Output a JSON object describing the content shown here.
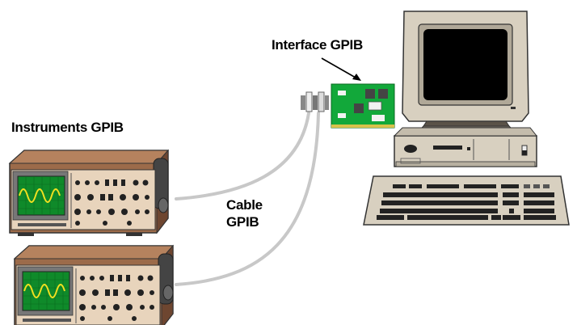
{
  "labels": {
    "interface": "Interface GPIB",
    "instruments": "Instruments GPIB",
    "cable_line1": "Cable",
    "cable_line2": "GPIB"
  },
  "colors": {
    "case_brown": "#9c6b4a",
    "case_dark": "#6e4630",
    "panel_beige": "#e8d4bc",
    "screen_green": "#0f8a2a",
    "trace_yellow": "#f0e020",
    "board_green": "#12a83a",
    "computer_beige": "#d8d0c0",
    "monitor_screen": "#000000",
    "cable_gray": "#c8c8c8"
  },
  "icons": [
    "oscilloscope-icon",
    "oscilloscope-icon",
    "computer-icon",
    "keyboard-icon",
    "gpib-card-icon",
    "gpib-connector-icon"
  ]
}
